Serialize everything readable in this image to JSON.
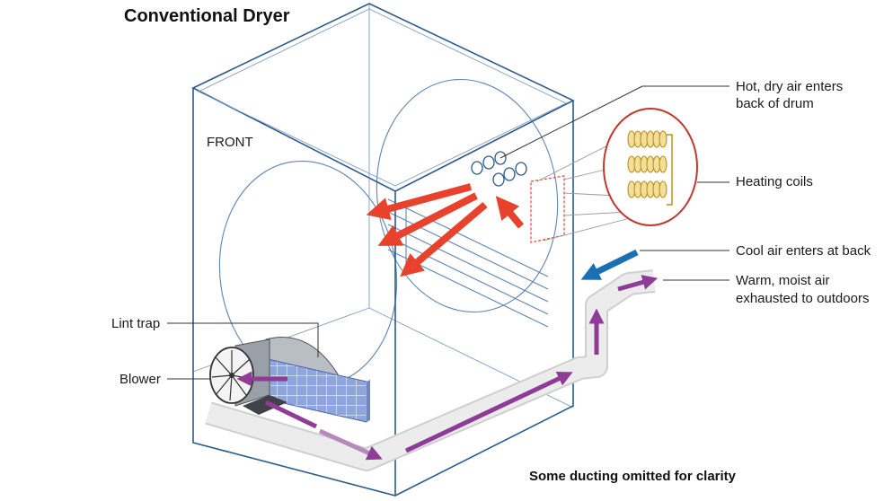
{
  "title": "Conventional Dryer",
  "labels": {
    "front": "FRONT",
    "hot_air_line1": "Hot, dry air enters",
    "hot_air_line2": "back of drum",
    "heating_coils": "Heating coils",
    "cool_air": "Cool air enters at back",
    "warm_air_line1": "Warm, moist air",
    "warm_air_line2": "exhausted to outdoors",
    "lint_trap": "Lint trap",
    "blower": "Blower"
  },
  "footnote": "Some ducting omitted for clarity",
  "colors": {
    "hot_air_arrow": "#e8412c",
    "cool_air_arrow": "#1a6fb5",
    "exhaust_arrow": "#8e3c96",
    "cabinet_line": "#2c5a8c",
    "coil_ring": "#c0392b",
    "coil": "#c9a227"
  },
  "icons": [
    "blower-fan-icon",
    "heating-coil-icon",
    "lint-trap-icon"
  ]
}
